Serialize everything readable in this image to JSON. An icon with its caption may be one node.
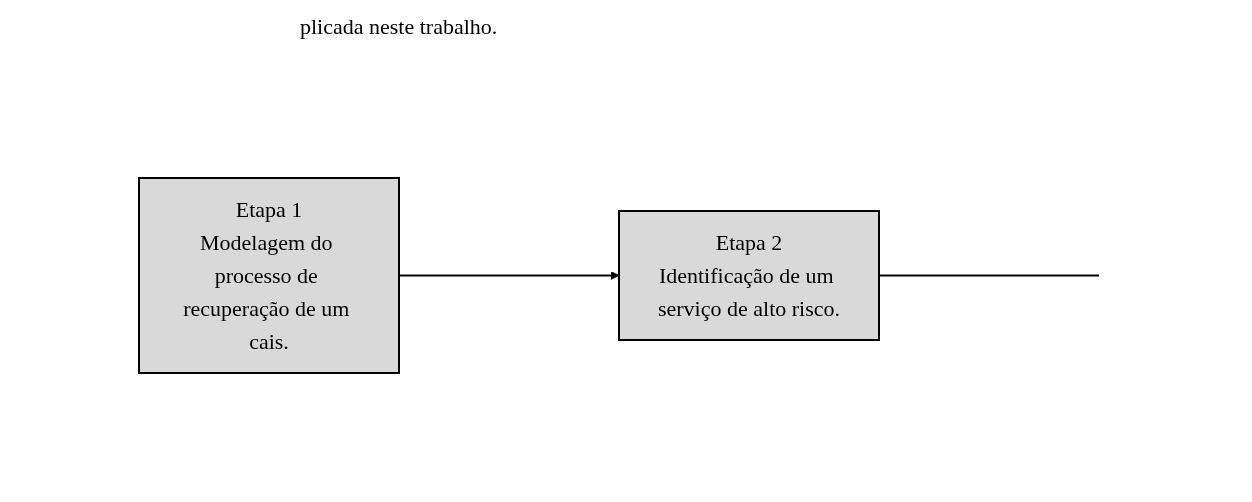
{
  "diagram": {
    "nodes": [
      {
        "text": [
          "Etapa 1",
          "Modelagem do processo de recuperação de um cais."
        ]
      },
      {
        "text": [
          "Etapa 2",
          "Identificação de um serviço de alto risco."
        ]
      }
    ],
    "edges": [
      {
        "from": 0,
        "to": 1,
        "arrow": "to"
      },
      {
        "from": 1,
        "to": null,
        "arrow": "none"
      }
    ],
    "labels": [
      "plicada neste trabalho."
    ]
  }
}
